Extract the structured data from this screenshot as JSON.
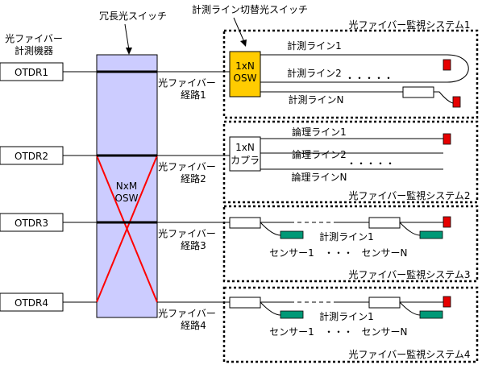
{
  "labels": {
    "instrument_header_1": "光ファイバー",
    "instrument_header_2": "計測機器",
    "redundant_switch_title": "冗長光スイッチ",
    "line_switch_title": "計測ライン切替光スイッチ",
    "nxm_osw_line1": "NxM",
    "nxm_osw_line2": "OSW"
  },
  "otdrs": [
    {
      "label": "OTDR1"
    },
    {
      "label": "OTDR2"
    },
    {
      "label": "OTDR3"
    },
    {
      "label": "OTDR4"
    }
  ],
  "paths": [
    {
      "line1": "光ファイバー",
      "line2": "経路1"
    },
    {
      "line1": "光ファイバー",
      "line2": "経路2"
    },
    {
      "line1": "光ファイバー",
      "line2": "経路3"
    },
    {
      "line1": "光ファイバー",
      "line2": "経路4"
    }
  ],
  "system1": {
    "title": "光ファイバー監視システム1",
    "osw_line1": "1xN",
    "osw_line2": "OSW",
    "line_1": "計測ライン1",
    "line_2": "計測ライン2",
    "line_n": "計測ラインN",
    "dots": "・・・・・"
  },
  "system2": {
    "title": "光ファイバー監視システム2",
    "coupler_line1": "1xN",
    "coupler_line2": "カプラ",
    "line_1": "論理ライン1",
    "line_2": "論理ライン2",
    "line_n": "論理ラインN",
    "dots": "・・・・・"
  },
  "system3": {
    "title": "光ファイバー監視システム3",
    "line_label": "計測ライン1",
    "sensor_1": "センサー1",
    "sensor_n": "センサーN",
    "dots": "・・・"
  },
  "system4": {
    "title": "光ファイバー監視システム4",
    "line_label": "計測ライン1",
    "sensor_1": "センサー1",
    "sensor_n": "センサーN",
    "dots": "・・・"
  },
  "colors": {
    "switch_fill": "#ccccff",
    "osw_fill": "#ffcc00",
    "cross_line": "#ff0000",
    "terminator": "#e60000",
    "sensor_fill": "#009977"
  }
}
